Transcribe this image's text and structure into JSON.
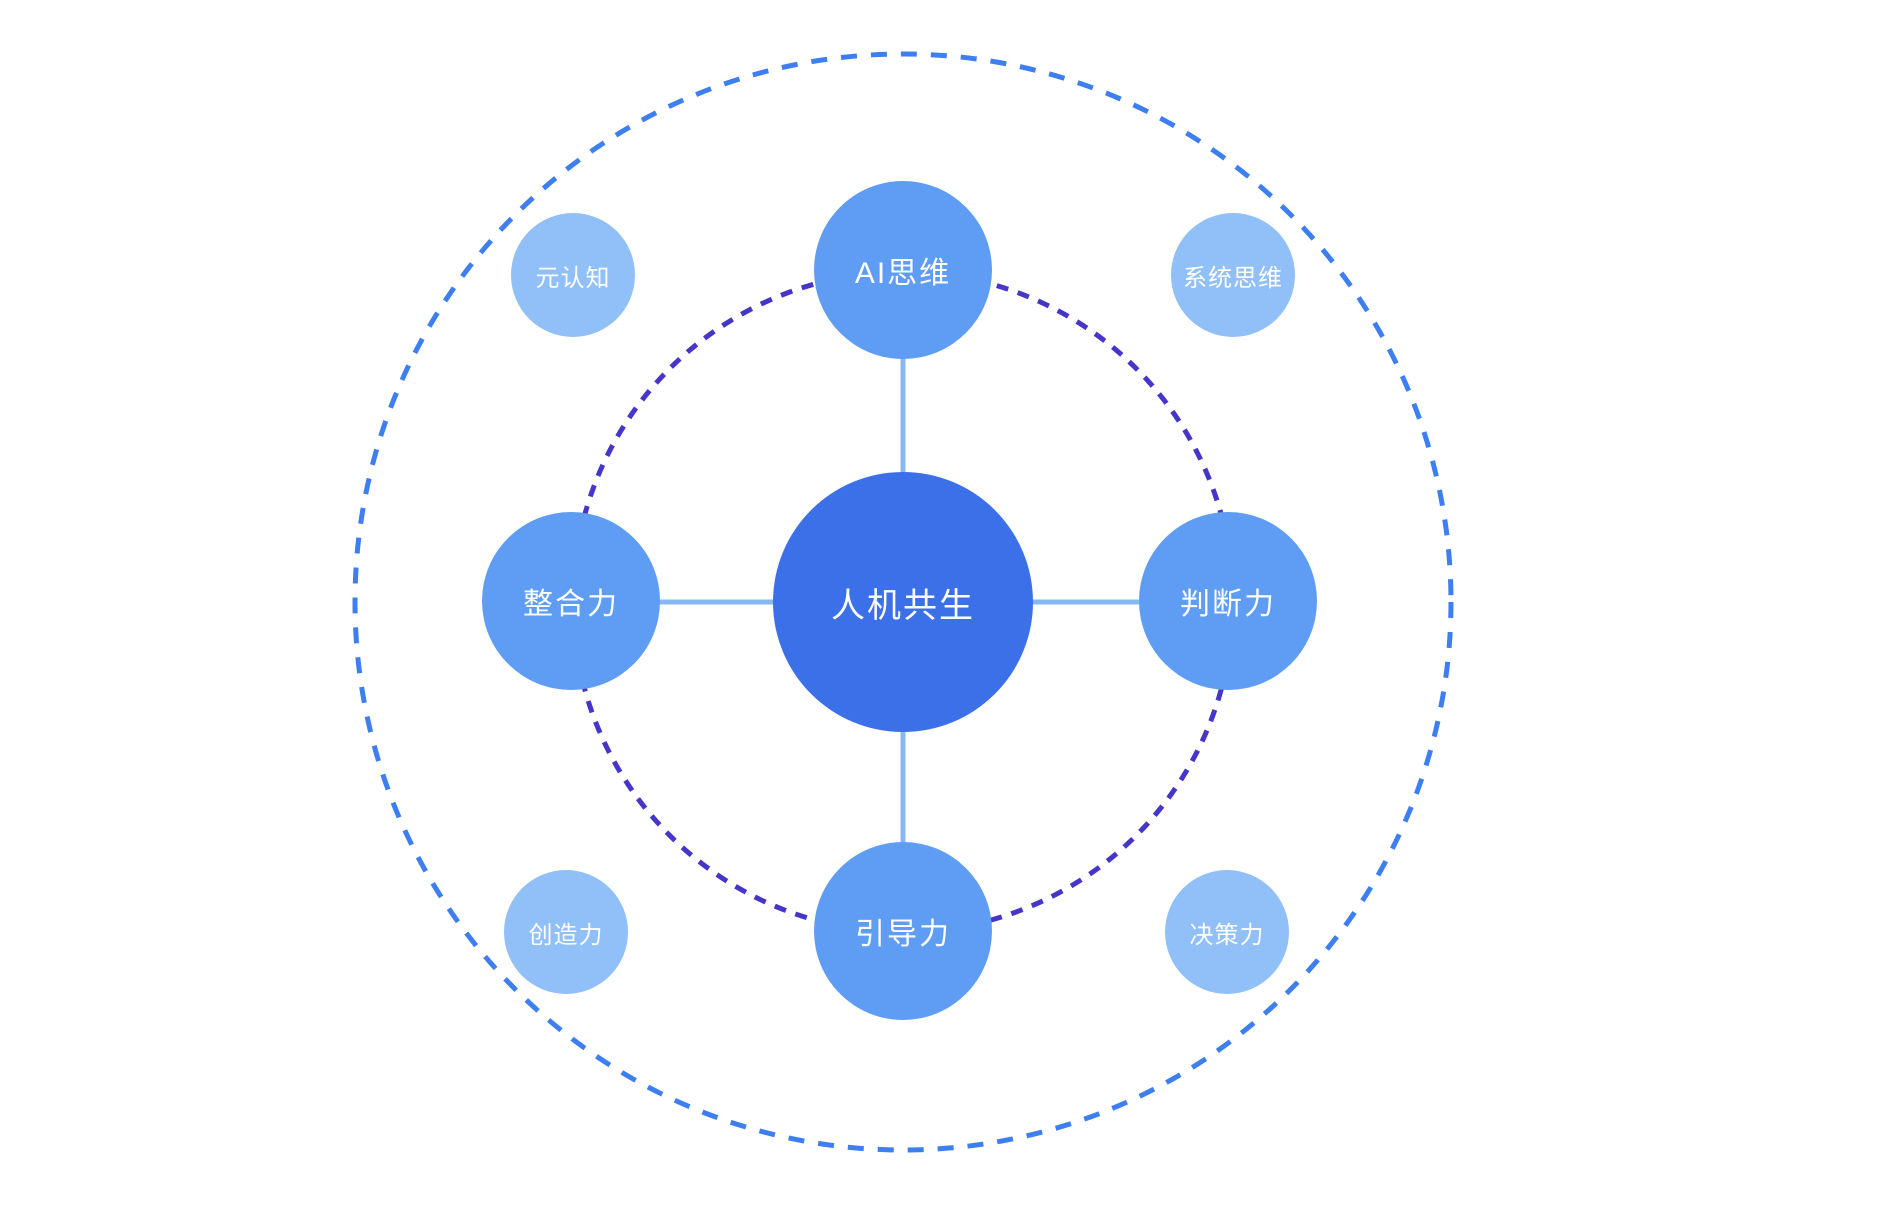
{
  "diagram": {
    "center": {
      "label": "人机共生",
      "color": "#3B70E8",
      "text_color": "#FFFFFF"
    },
    "inner_nodes": [
      {
        "label": "AI思维",
        "position": "top"
      },
      {
        "label": "判断力",
        "position": "right"
      },
      {
        "label": "引导力",
        "position": "bottom"
      },
      {
        "label": "整合力",
        "position": "left"
      }
    ],
    "inner_node_color": "#5E9DF3",
    "outer_nodes": [
      {
        "label": "元认知",
        "position": "top-left"
      },
      {
        "label": "系统思维",
        "position": "top-right"
      },
      {
        "label": "创造力",
        "position": "bottom-left"
      },
      {
        "label": "决策力",
        "position": "bottom-right"
      }
    ],
    "outer_node_color": "#90C0F7",
    "rings": {
      "inner": {
        "style": "dashed",
        "color": "#4536C9"
      },
      "outer": {
        "style": "dashed",
        "color": "#3D7EF0"
      }
    },
    "connector_color": "#86B9F3",
    "background_color": "#FFFFFF"
  }
}
